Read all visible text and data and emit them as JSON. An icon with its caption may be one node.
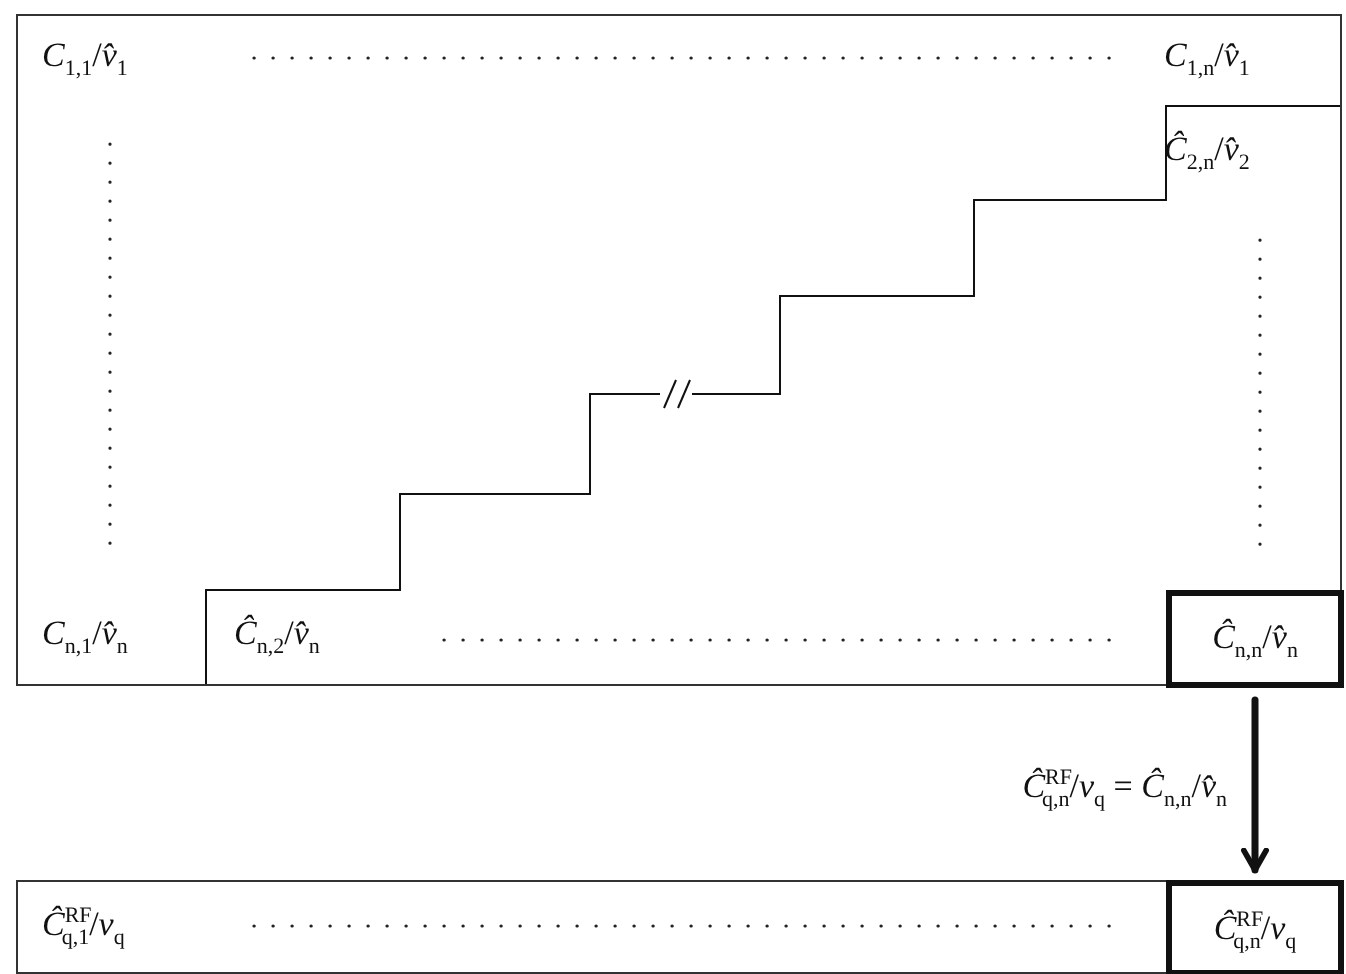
{
  "diagram": {
    "nodes": [
      {
        "text": [],
        "shape": "box"
      },
      {
        "text": [
          "*C*$_{1,1}$/*v̂*$_{1}$"
        ],
        "in": 0
      },
      {
        "text": [
          "*C*$_{1,n}$/*v̂*$_{1}$"
        ],
        "in": 0
      },
      {
        "text": [
          "*Ĉ*$_{2,n}$/*v̂*$_{2}$"
        ],
        "in": 0
      },
      {
        "text": [
          "*C*$_{n,1}$/*v̂*$_{n}$"
        ],
        "in": 0
      },
      {
        "text": [
          "*Ĉ*$_{n,2}$/*v̂*$_{n}$"
        ],
        "in": 0
      },
      {
        "text": [
          "*Ĉ*$_{n,n}$/*v̂*$_{n}$"
        ],
        "in": 0
      },
      {
        "text": [],
        "shape": "box"
      },
      {
        "text": [
          "*Ĉ*$^{RF}$$_{q,1}$/*v*$_{q}$"
        ],
        "in": 7
      },
      {
        "text": [
          "*Ĉ*$^{RF}$$_{q,n}$/*v*$_{q}$"
        ],
        "in": 7
      }
    ],
    "edges": [
      {
        "from": 6,
        "to": 9,
        "arrow": "to",
        "label": "*Ĉ*$^{RF}$$_{q,n}$/*v*$_{q}$ = *Ĉ*$_{n,n}$/*v̂*$_{n}$"
      }
    ]
  }
}
